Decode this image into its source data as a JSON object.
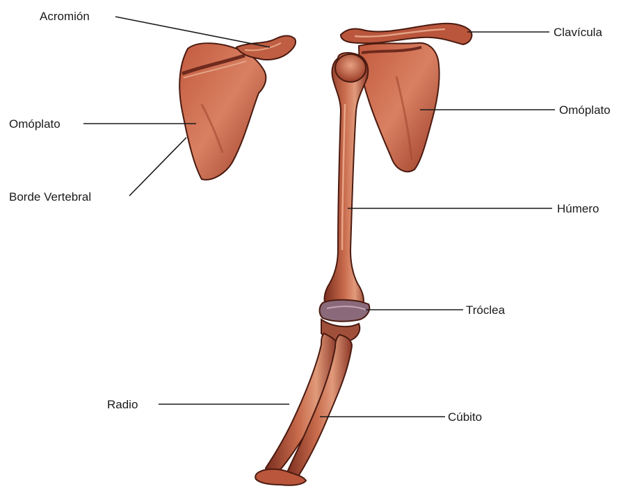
{
  "labels": {
    "acromion": "Acromión",
    "clavicula": "Clavícula",
    "omoplato_left": "Omóplato",
    "omoplato_right": "Omóplato",
    "borde_vertebral": "Borde Vertebral",
    "humero": "Húmero",
    "troclea": "Tróclea",
    "radio": "Radio",
    "cubito": "Cúbito"
  },
  "colors": {
    "bone_fill": "#b2523a",
    "bone_light": "#d98a6a",
    "bone_dark": "#6e2a1d",
    "bone_outline": "#4a1a10",
    "joint": "#8a6a7a",
    "leader": "#1a1a1a"
  }
}
